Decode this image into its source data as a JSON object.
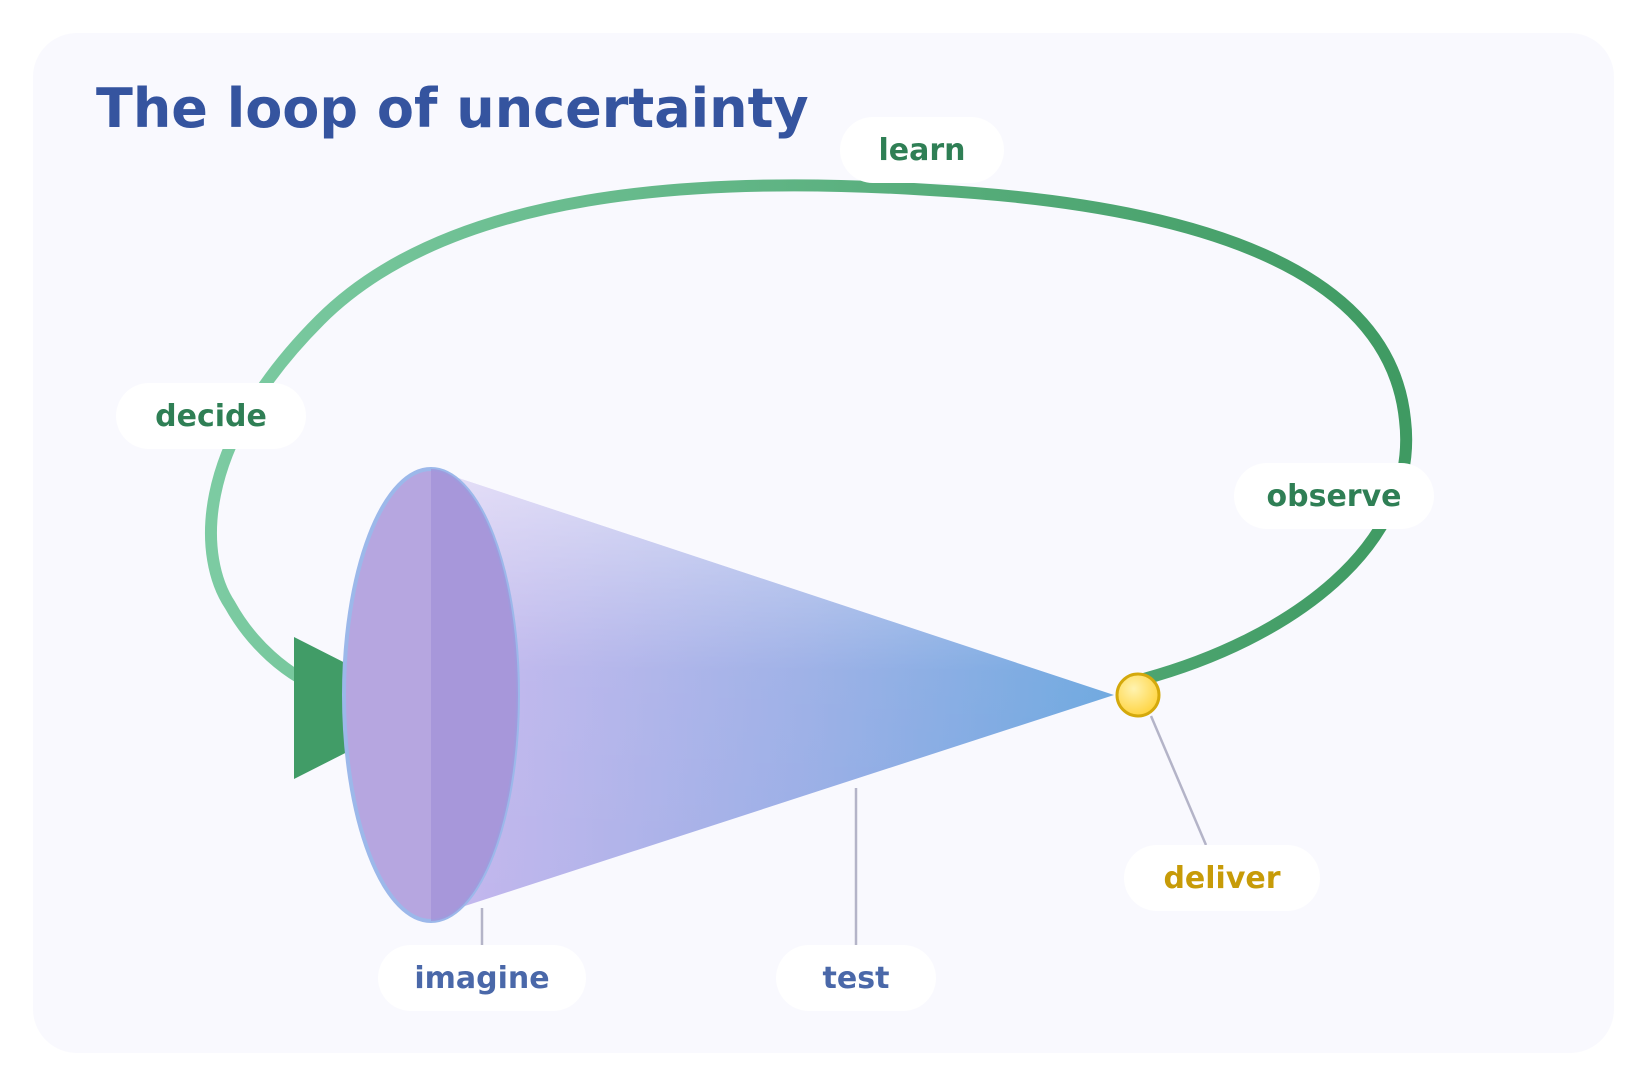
{
  "title": "The loop of uncertainty",
  "labels": {
    "learn": "learn",
    "decide": "decide",
    "observe": "observe",
    "deliver": "deliver",
    "imagine": "imagine",
    "test": "test"
  },
  "colors": {
    "title": "#35549f",
    "loop_label": "#2f7f55",
    "cone_label": "#4a68a9",
    "deliver_label": "#c79b08",
    "loop_stroke_light": "#74c69d",
    "loop_stroke_dark": "#3f9a62",
    "arrow": "#419c67",
    "cone_start": "#c7b8ee",
    "cone_end": "#6aa6df",
    "point_fill": "#ffd94a",
    "point_stroke": "#d4a90c",
    "background": "#f9f9fe"
  },
  "icons": {
    "loop_arrow": "triangle-arrow-icon",
    "deliver_point": "circle-point-icon"
  }
}
